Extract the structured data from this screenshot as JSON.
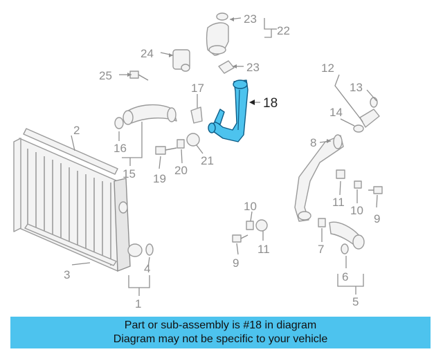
{
  "callouts": {
    "c1": "1",
    "c2": "2",
    "c3": "3",
    "c4": "4",
    "c5": "5",
    "c6": "6",
    "c7": "7",
    "c8": "8",
    "c9a": "9",
    "c9b": "9",
    "c10a": "10",
    "c10b": "10",
    "c11a": "11",
    "c11b": "11",
    "c12": "12",
    "c13": "13",
    "c14": "14",
    "c15": "15",
    "c16": "16",
    "c17": "17",
    "c18": "18",
    "c19": "19",
    "c20": "20",
    "c21": "21",
    "c22": "22",
    "c23a": "23",
    "c23b": "23",
    "c24": "24",
    "c25": "25"
  },
  "banner": {
    "line1": "Part or sub-assembly is #18 in diagram",
    "line2": "Diagram may not be specific to your vehicle"
  },
  "colors": {
    "highlight": "#4dc3ee",
    "highlight_outline": "#0d5c86",
    "banner": "#4dc3ee"
  }
}
